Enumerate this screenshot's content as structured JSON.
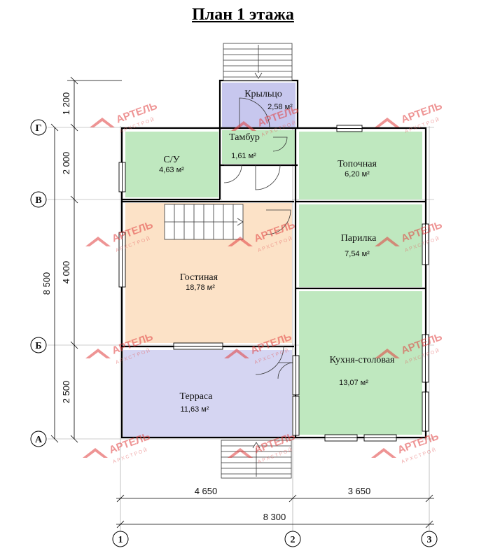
{
  "title": "План 1 этажа",
  "rooms": [
    {
      "id": "porch",
      "name": "Крыльцо",
      "area": "2,58 м²"
    },
    {
      "id": "tambur",
      "name": "Тамбур",
      "area": "1,61 м²"
    },
    {
      "id": "su",
      "name": "С/У",
      "area": "4,63 м²"
    },
    {
      "id": "topochnaya",
      "name": "Топочная",
      "area": "6,20 м²"
    },
    {
      "id": "parilka",
      "name": "Парилка",
      "area": "7,54 м²"
    },
    {
      "id": "gostinaya",
      "name": "Гостиная",
      "area": "18,78 м²"
    },
    {
      "id": "kuhnya",
      "name": "Кухня-столовая",
      "area": "13,07 м²"
    },
    {
      "id": "terrasa",
      "name": "Терраса",
      "area": "11,63 м²"
    }
  ],
  "dimensions": {
    "left": [
      "1 200",
      "2 000",
      "4 000",
      "2 500"
    ],
    "left_total": "8 500",
    "bottom": [
      "4 650",
      "3 650"
    ],
    "bottom_total": "8 300"
  },
  "axes_rows": [
    "Г",
    "В",
    "Б",
    "А"
  ],
  "axes_cols": [
    "1",
    "2",
    "3"
  ],
  "watermark": {
    "brand": "АРТЕЛЬ",
    "sub": "АРХСТРОЙ"
  },
  "colors": {
    "porch": "#c7c7ee",
    "terrace": "#d5d5f2",
    "green_room": "#bfe8bf",
    "living": "#fce2c7",
    "walls": "#000000",
    "watermark": "#e03c3c"
  }
}
